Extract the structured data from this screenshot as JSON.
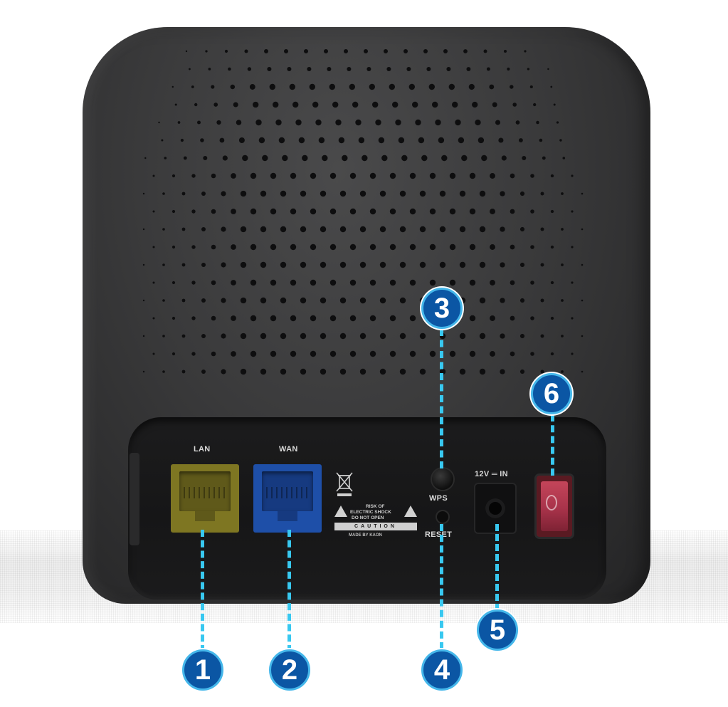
{
  "image": {
    "subject": "router-back-panel",
    "colors": {
      "body": "#3a3a3b",
      "lan_port": "#7e7622",
      "wan_port": "#1e4fa8",
      "power_switch": "#a8334a",
      "callout_fill": "#0b56a4",
      "callout_ring": "#45b7ea",
      "leader_line": "#38c8f0"
    }
  },
  "ports": {
    "lan_label": "LAN",
    "wan_label": "WAN",
    "wps_label": "WPS",
    "reset_label": "RESET",
    "power_in_label": "12V ═ IN"
  },
  "caution_sticker": {
    "line1": "RISK OF",
    "line2": "ELECTRIC SHOCK",
    "line3": "DO NOT OPEN",
    "banner": "CAUTION",
    "maker": "MADE BY KAON"
  },
  "callouts": [
    {
      "number": "1",
      "target": "lan-port"
    },
    {
      "number": "2",
      "target": "wan-port"
    },
    {
      "number": "3",
      "target": "wps-button"
    },
    {
      "number": "4",
      "target": "reset-button"
    },
    {
      "number": "5",
      "target": "power-jack"
    },
    {
      "number": "6",
      "target": "power-switch"
    }
  ]
}
